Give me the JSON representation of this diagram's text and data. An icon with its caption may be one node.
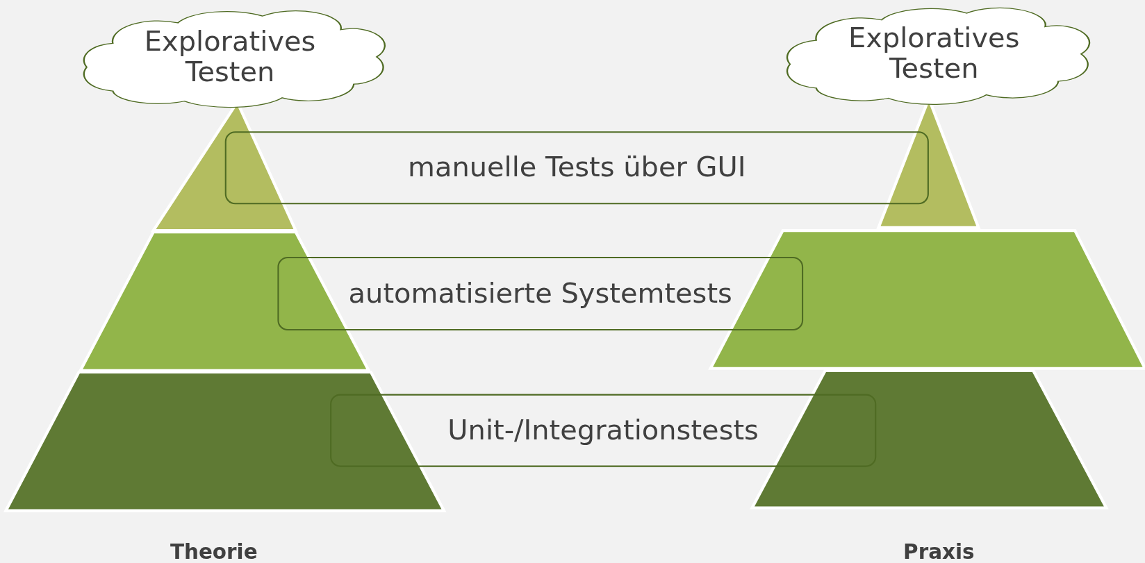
{
  "diagram": {
    "nodes": [
      {
        "text": [
          "Exploratives Testen"
        ]
      },
      {
        "text": [
          "Exploratives Testen"
        ]
      },
      {
        "text": [
          "manuelle Tests über GUI"
        ]
      },
      {
        "text": [
          "automatisierte Systemtests"
        ]
      },
      {
        "text": [
          "Unit-/Integrationstests"
        ]
      }
    ],
    "labels": [
      "Theorie",
      "Praxis"
    ]
  }
}
